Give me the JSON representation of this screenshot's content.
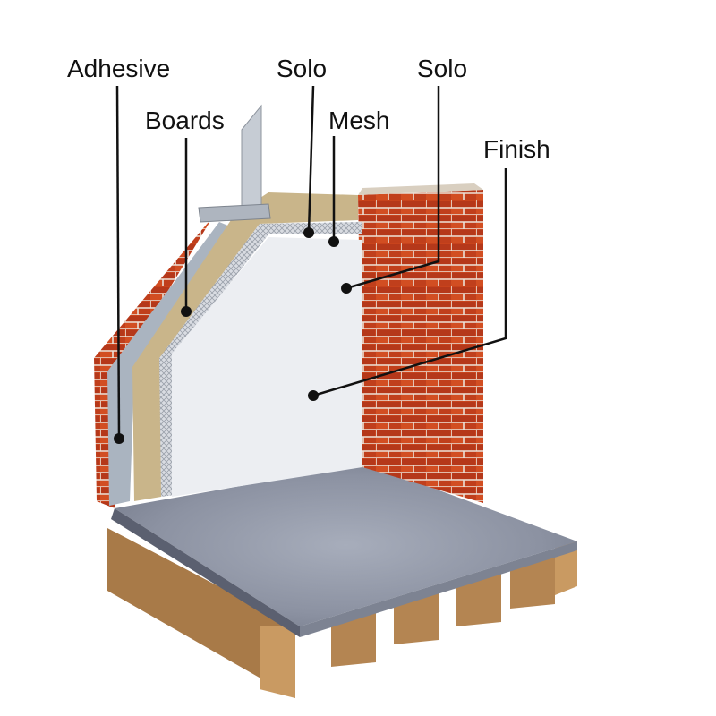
{
  "labels": {
    "adhesive": "Adhesive",
    "boards": "Boards",
    "solo_top": "Solo",
    "mesh": "Mesh",
    "solo_right": "Solo",
    "finish": "Finish"
  },
  "colors": {
    "brick": "#c8431c",
    "mortar": "#e8e0d8",
    "finish": "#eceef2",
    "board": "#c9b58a",
    "adhesive": "#aab4c0",
    "floor": "#8f95a3",
    "timber": "#b98a55",
    "leader": "#111111"
  }
}
